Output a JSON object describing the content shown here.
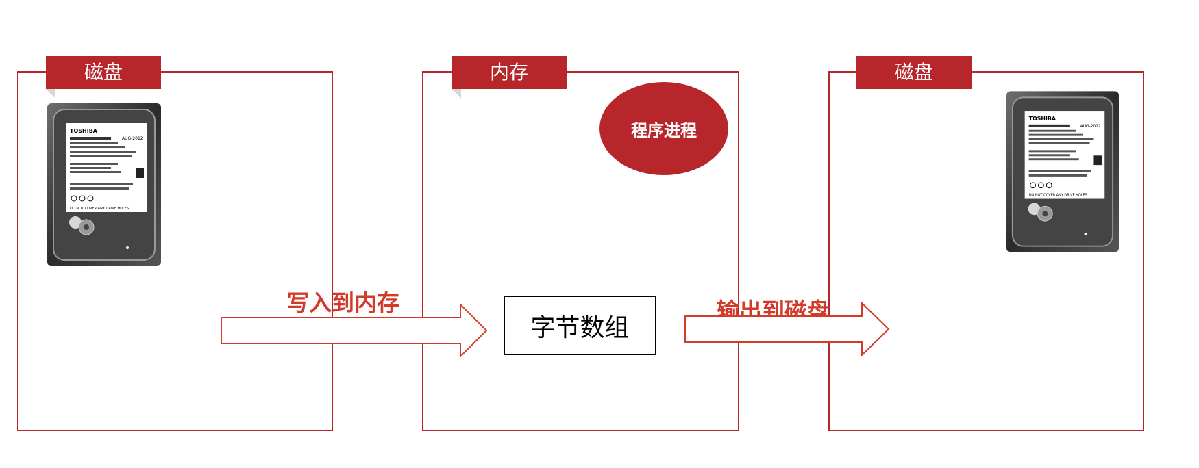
{
  "panels": {
    "left": {
      "tab_label": "磁盘"
    },
    "middle": {
      "tab_label": "内存",
      "process_label": "程序进程",
      "bytes_label": "字节数组"
    },
    "right": {
      "tab_label": "磁盘"
    }
  },
  "arrows": {
    "write_label": "写入到内存",
    "output_label": "输出到磁盘"
  },
  "hdd": {
    "brand": "TOSHIBA",
    "date": "AUG-2012",
    "warning": "DO NOT COVER ANY DRIVE HOLES"
  },
  "colors": {
    "accent": "#b7262b",
    "arrow_text": "#d23b2a"
  }
}
